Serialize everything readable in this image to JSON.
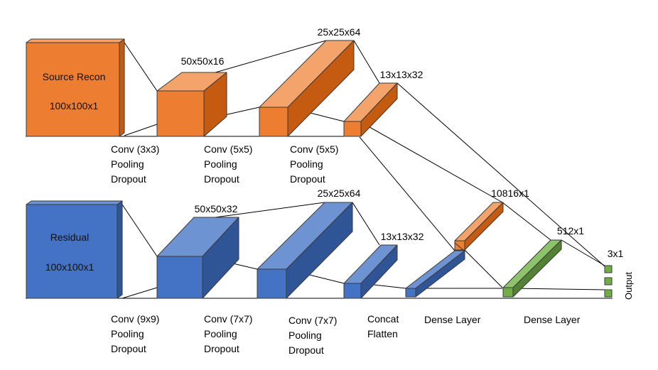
{
  "colors": {
    "orange_front": "#ED7D31",
    "orange_top": "#F4A36B",
    "orange_side": "#C55A11",
    "blue_front": "#4472C4",
    "blue_top": "#6E93D3",
    "blue_side": "#2F5597",
    "green_front": "#70AD47",
    "green_top": "#8DC36A",
    "green_side": "#548235",
    "edge": "#3a3a3a",
    "line": "#000000"
  },
  "source_branch": {
    "input_name": "Source Recon",
    "input_dims": "100x100x1",
    "block1_dims": "50x50x16",
    "block2_dims": "25x25x64",
    "block3_dims": "13x13x32",
    "op1": [
      "Conv (3x3)",
      "Pooling",
      "Dropout"
    ],
    "op2": [
      "Conv (5x5)",
      "Pooling",
      "Dropout"
    ],
    "op3": [
      "Conv (5x5)",
      "Pooling",
      "Dropout"
    ]
  },
  "residual_branch": {
    "input_name": "Residual",
    "input_dims": "100x100x1",
    "block1_dims": "50x50x32",
    "block2_dims": "25x25x64",
    "block3_dims": "13x13x32",
    "op1": [
      "Conv (9x9)",
      "Pooling",
      "Dropout"
    ],
    "op2": [
      "Conv (7x7)",
      "Pooling",
      "Dropout"
    ],
    "op3": [
      "Conv (7x7)",
      "Pooling",
      "Dropout"
    ],
    "op4": [
      "Concat",
      "Flatten"
    ]
  },
  "head": {
    "flat_dims": "10816x1",
    "dense_dims": "512x1",
    "output_dims": "3x1",
    "output_label": "Output",
    "dense1_label": "Dense Layer",
    "dense2_label": "Dense Layer"
  }
}
